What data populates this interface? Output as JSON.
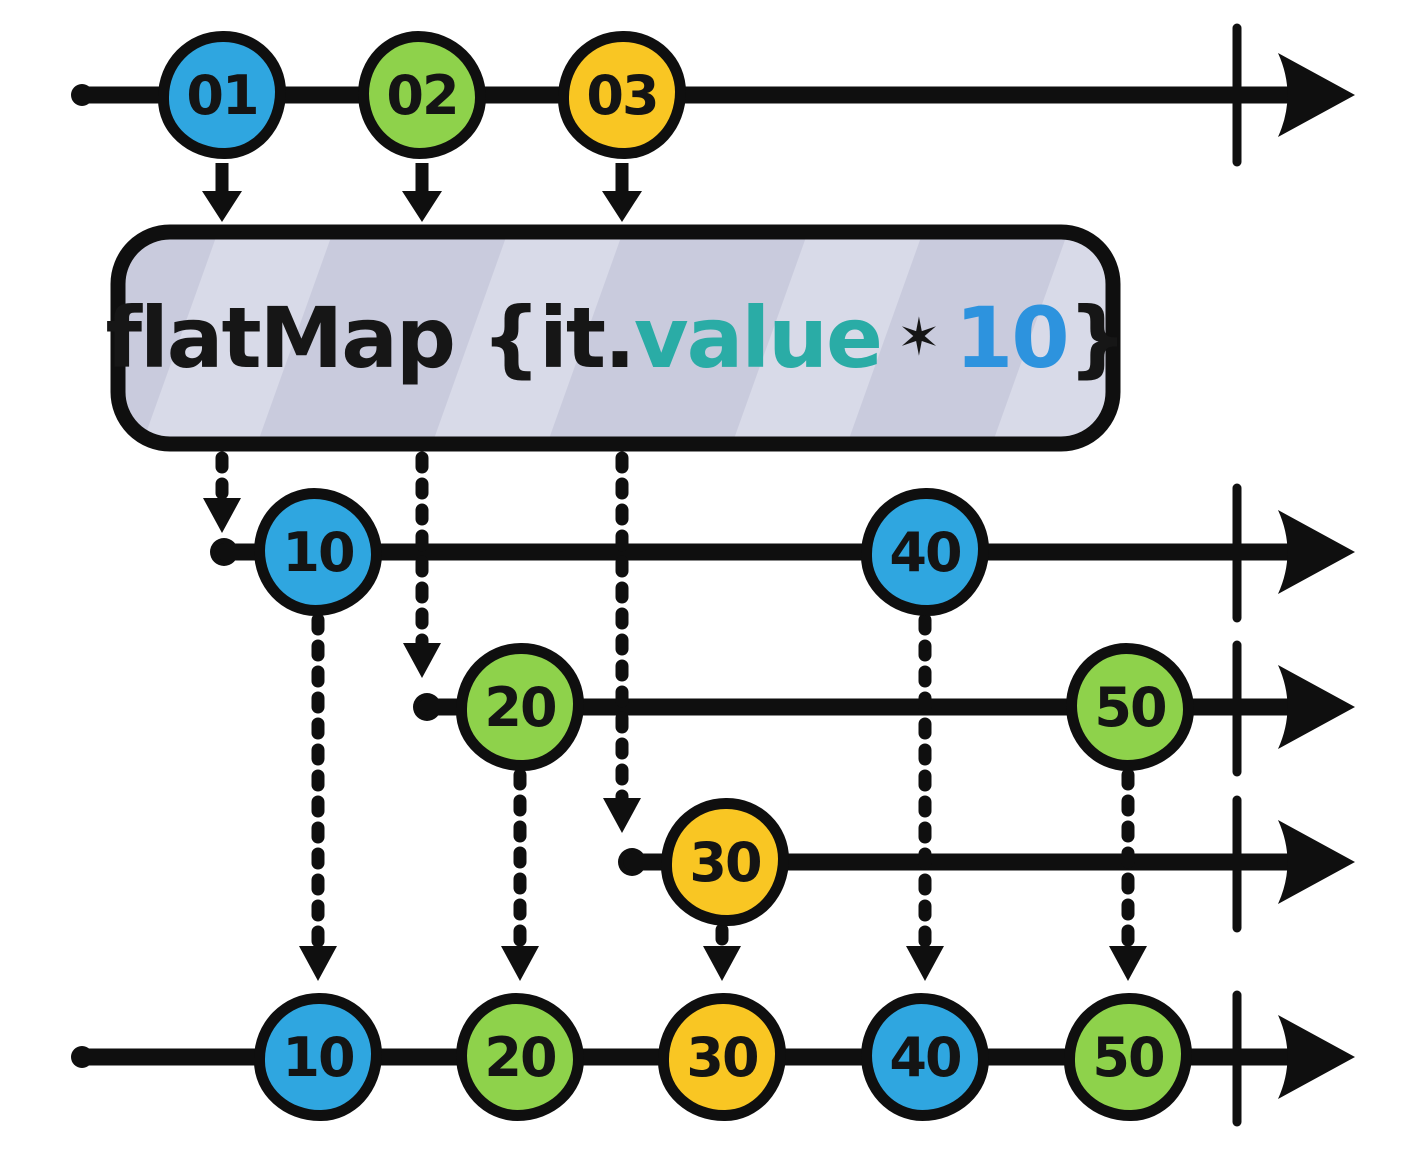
{
  "diagram": {
    "type": "marble-diagram",
    "operator": {
      "label": "flatMap {it.value * 10}",
      "parts": [
        {
          "text": "flatMap {it.",
          "color": "#161616"
        },
        {
          "text": "value",
          "color": "#2aaca6"
        },
        {
          "text": " ✶ ",
          "color": "#161616"
        },
        {
          "text": "10",
          "color": "#2d93de"
        },
        {
          "text": "}",
          "color": "#161616"
        }
      ]
    },
    "source_stream": {
      "name": "source",
      "marbles": [
        {
          "label": "01",
          "color": "blue"
        },
        {
          "label": "02",
          "color": "green"
        },
        {
          "label": "03",
          "color": "yellow"
        }
      ]
    },
    "inner_streams": [
      {
        "name": "inner-stream-1",
        "marbles": [
          {
            "label": "10",
            "color": "blue"
          },
          {
            "label": "40",
            "color": "blue"
          }
        ]
      },
      {
        "name": "inner-stream-2",
        "marbles": [
          {
            "label": "20",
            "color": "green"
          },
          {
            "label": "50",
            "color": "green"
          }
        ]
      },
      {
        "name": "inner-stream-3",
        "marbles": [
          {
            "label": "30",
            "color": "yellow"
          }
        ]
      }
    ],
    "output_stream": {
      "name": "output",
      "marbles": [
        {
          "label": "10",
          "color": "blue"
        },
        {
          "label": "20",
          "color": "green"
        },
        {
          "label": "30",
          "color": "yellow"
        },
        {
          "label": "40",
          "color": "blue"
        },
        {
          "label": "50",
          "color": "green"
        }
      ]
    },
    "colors": {
      "blue": "#2fa6e0",
      "green": "#8ed24b",
      "yellow": "#f9c623",
      "stroke": "#0f0f0f",
      "operator_box_fill": "#c9cbdd",
      "operator_box_stripe": "#d8dae8",
      "value_text": "#2aaca6",
      "number_text": "#2d93de"
    }
  }
}
